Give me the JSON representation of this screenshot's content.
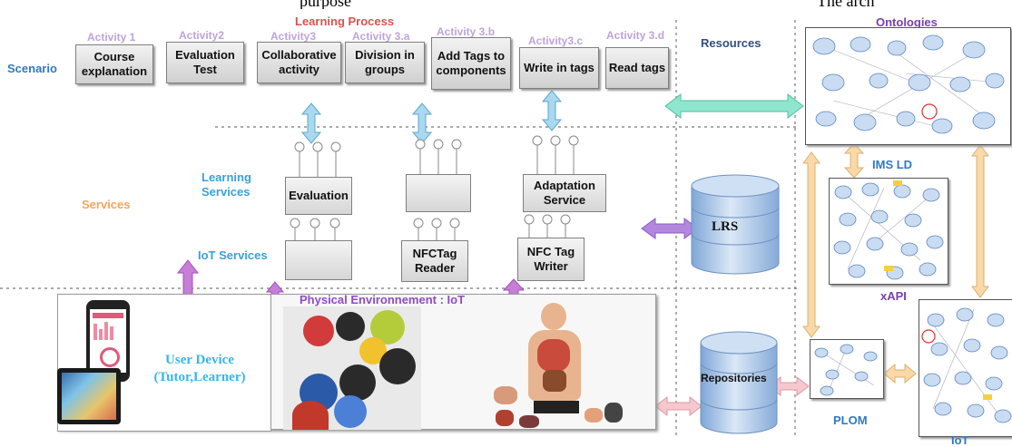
{
  "header_fragments": {
    "left": "purpose",
    "right": "The arch"
  },
  "scenario": {
    "process_title": "Learning Process",
    "scenario_label": "Scenario",
    "activities": [
      {
        "id": "Activity 1",
        "label": "Course explanation"
      },
      {
        "id": "Activity2",
        "label": "Evaluation Test"
      },
      {
        "id": "Activity3",
        "label": "Collaborative activity"
      },
      {
        "id": "Activity 3.a",
        "label": "Division in groups"
      },
      {
        "id": "Activity 3.b",
        "label": "Add Tags to components"
      },
      {
        "id": "Activity3.c",
        "label": "Write in tags"
      },
      {
        "id": "Activity 3.d",
        "label": "Read tags"
      }
    ]
  },
  "services": {
    "services_label": "Services",
    "learning_services_label": "Learning Services",
    "iot_services_label": "IoT Services",
    "learning": [
      {
        "label": "Evaluation"
      },
      {
        "label": ""
      },
      {
        "label": "Adaptation Service"
      }
    ],
    "iot": [
      {
        "label": ""
      },
      {
        "label": "NFCTag Reader"
      },
      {
        "label": "NFC Tag Writer"
      }
    ]
  },
  "physical": {
    "title": "Physical Environnement : IoT",
    "user_device": "User Device (Tutor,Learner)"
  },
  "resources": {
    "title": "Resources",
    "lrs": "LRS",
    "repositories": "Repositories"
  },
  "ontologies": {
    "title": "Ontologies",
    "ims_ld": "IMS LD",
    "xapi": "xAPI",
    "plom": "PLOM",
    "iot": "IoT"
  },
  "colors": {
    "activity_label": "#c0a3d9",
    "scenario_label": "#2f79c4",
    "services_label": "#f5a45a",
    "process_title": "#d9534f",
    "physical_title": "#8e4cc2",
    "arrow_light_blue": "#aad8ee",
    "arrow_purple": "#c77ed6",
    "arrow_teal": "#8fe6cf",
    "arrow_peach": "#fad9a8",
    "arrow_pink": "#f6c7ce",
    "db_blue": "#a9c7ea",
    "ontology_node": "#c9dcf2"
  }
}
